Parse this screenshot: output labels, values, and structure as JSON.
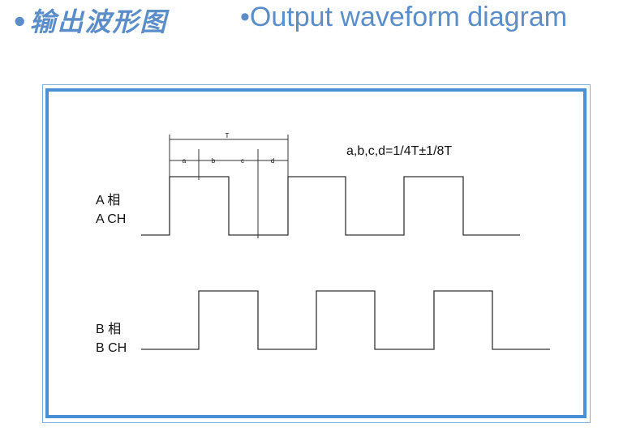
{
  "title": {
    "bullet_cn": "•",
    "chinese": "输出波形图",
    "bullet_en": "•",
    "english": "Output waveform diagram"
  },
  "diagram": {
    "formula": "a,b,c,d=1/4T±1/8T",
    "period_label": "T",
    "segment_labels": [
      "a",
      "b",
      "c",
      "d"
    ],
    "channel_a": {
      "line1": "A 相",
      "line2": "A CH"
    },
    "channel_b": {
      "line1": "B 相",
      "line2": "B CH"
    }
  },
  "colors": {
    "title": "#5b8ec9",
    "frame_border": "#4a90d6",
    "frame_outer": "#7fb0dd",
    "waveform": "#333333"
  }
}
